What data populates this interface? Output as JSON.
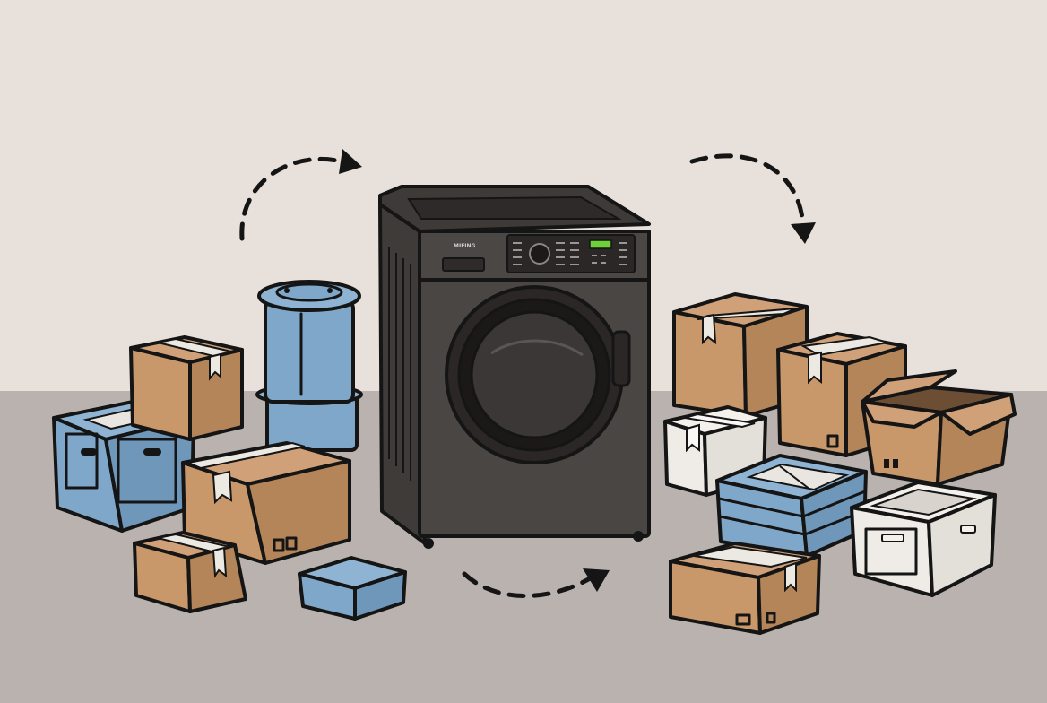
{
  "scene": {
    "description_free": true,
    "colors": {
      "wall": "#e8e1db",
      "floor": "#b9b2ae",
      "cardboard": "#c8976a",
      "cardboard_side": "#b5855a",
      "blue": "#7fa7c9",
      "blue_dark": "#6f97ba",
      "white_box": "#f1eeea",
      "machine_body": "#4a4644",
      "machine_dark": "#3a3634",
      "display": "#6fd13a",
      "outline": "#151515"
    },
    "washer": {
      "brand_text": "MIEING",
      "display_color": "#6fd13a"
    },
    "arrows": [
      "arrow-left-top",
      "arrow-right-top",
      "arrow-bottom"
    ]
  }
}
